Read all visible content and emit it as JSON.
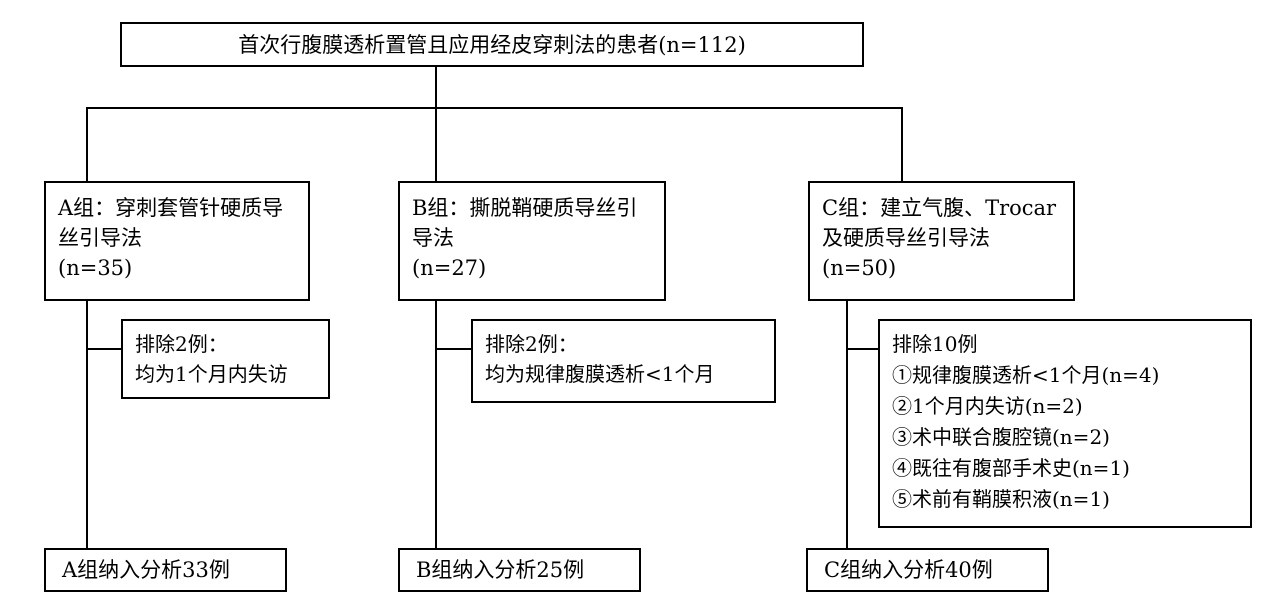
{
  "top": {
    "text": "首次行腹膜透析置管且应用经皮穿刺法的患者(n=112)"
  },
  "groups": [
    {
      "lines": [
        "A组：穿刺套管针硬质导",
        "丝引导法",
        "(n=35)"
      ]
    },
    {
      "lines": [
        "B组：撕脱鞘硬质导丝引",
        "导法",
        "(n=27)"
      ]
    },
    {
      "lines": [
        "C组：建立气腹、Trocar",
        "及硬质导丝引导法",
        "(n=50)"
      ]
    }
  ],
  "exclusions": [
    {
      "lines": [
        "排除2例：",
        "均为1个月内失访"
      ]
    },
    {
      "lines": [
        "排除2例：",
        "均为规律腹膜透析<1个月"
      ]
    },
    {
      "lines": [
        "排除10例",
        "①规律腹膜透析<1个月(n=4)",
        "②1个月内失访(n=2)",
        "③术中联合腹腔镜(n=2)",
        "④既往有腹部手术史(n=1)",
        "⑤术前有鞘膜积液(n=1)"
      ]
    }
  ],
  "finals": [
    {
      "text": "A组纳入分析33例"
    },
    {
      "text": "B组纳入分析25例"
    },
    {
      "text": "C组纳入分析40例"
    }
  ]
}
